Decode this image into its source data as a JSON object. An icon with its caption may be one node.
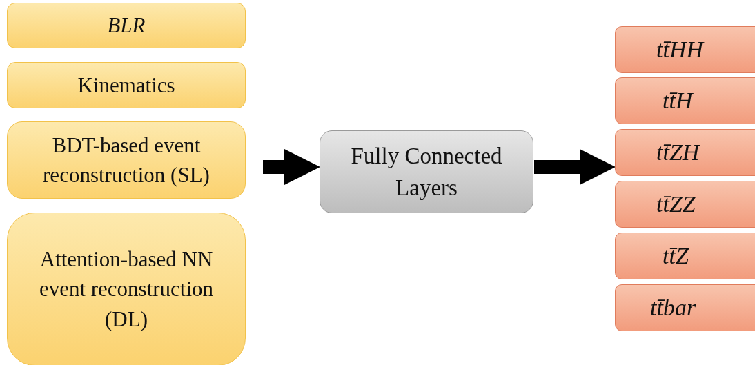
{
  "diagram": {
    "nodes": [
      {
        "text": [
          "BLR"
        ]
      },
      {
        "text": [
          "Kinematics"
        ]
      },
      {
        "text": [
          "BDT-based event reconstruction (SL)"
        ]
      },
      {
        "text": [
          "Attention-based NN event reconstruction (DL)"
        ]
      },
      {
        "text": [
          "Fully Connected Layers"
        ]
      },
      {
        "text": [
          "tt̄HH"
        ]
      },
      {
        "text": [
          "tt̄H"
        ]
      },
      {
        "text": [
          "tt̄ZH"
        ]
      },
      {
        "text": [
          "tt̄ZZ"
        ]
      },
      {
        "text": [
          "tt̄Z"
        ]
      },
      {
        "text": [
          "tt̄bar"
        ]
      }
    ],
    "edges": [
      {
        "from": null,
        "to": 4,
        "arrow": "to"
      },
      {
        "from": 4,
        "to": 7,
        "arrow": "to"
      }
    ]
  }
}
